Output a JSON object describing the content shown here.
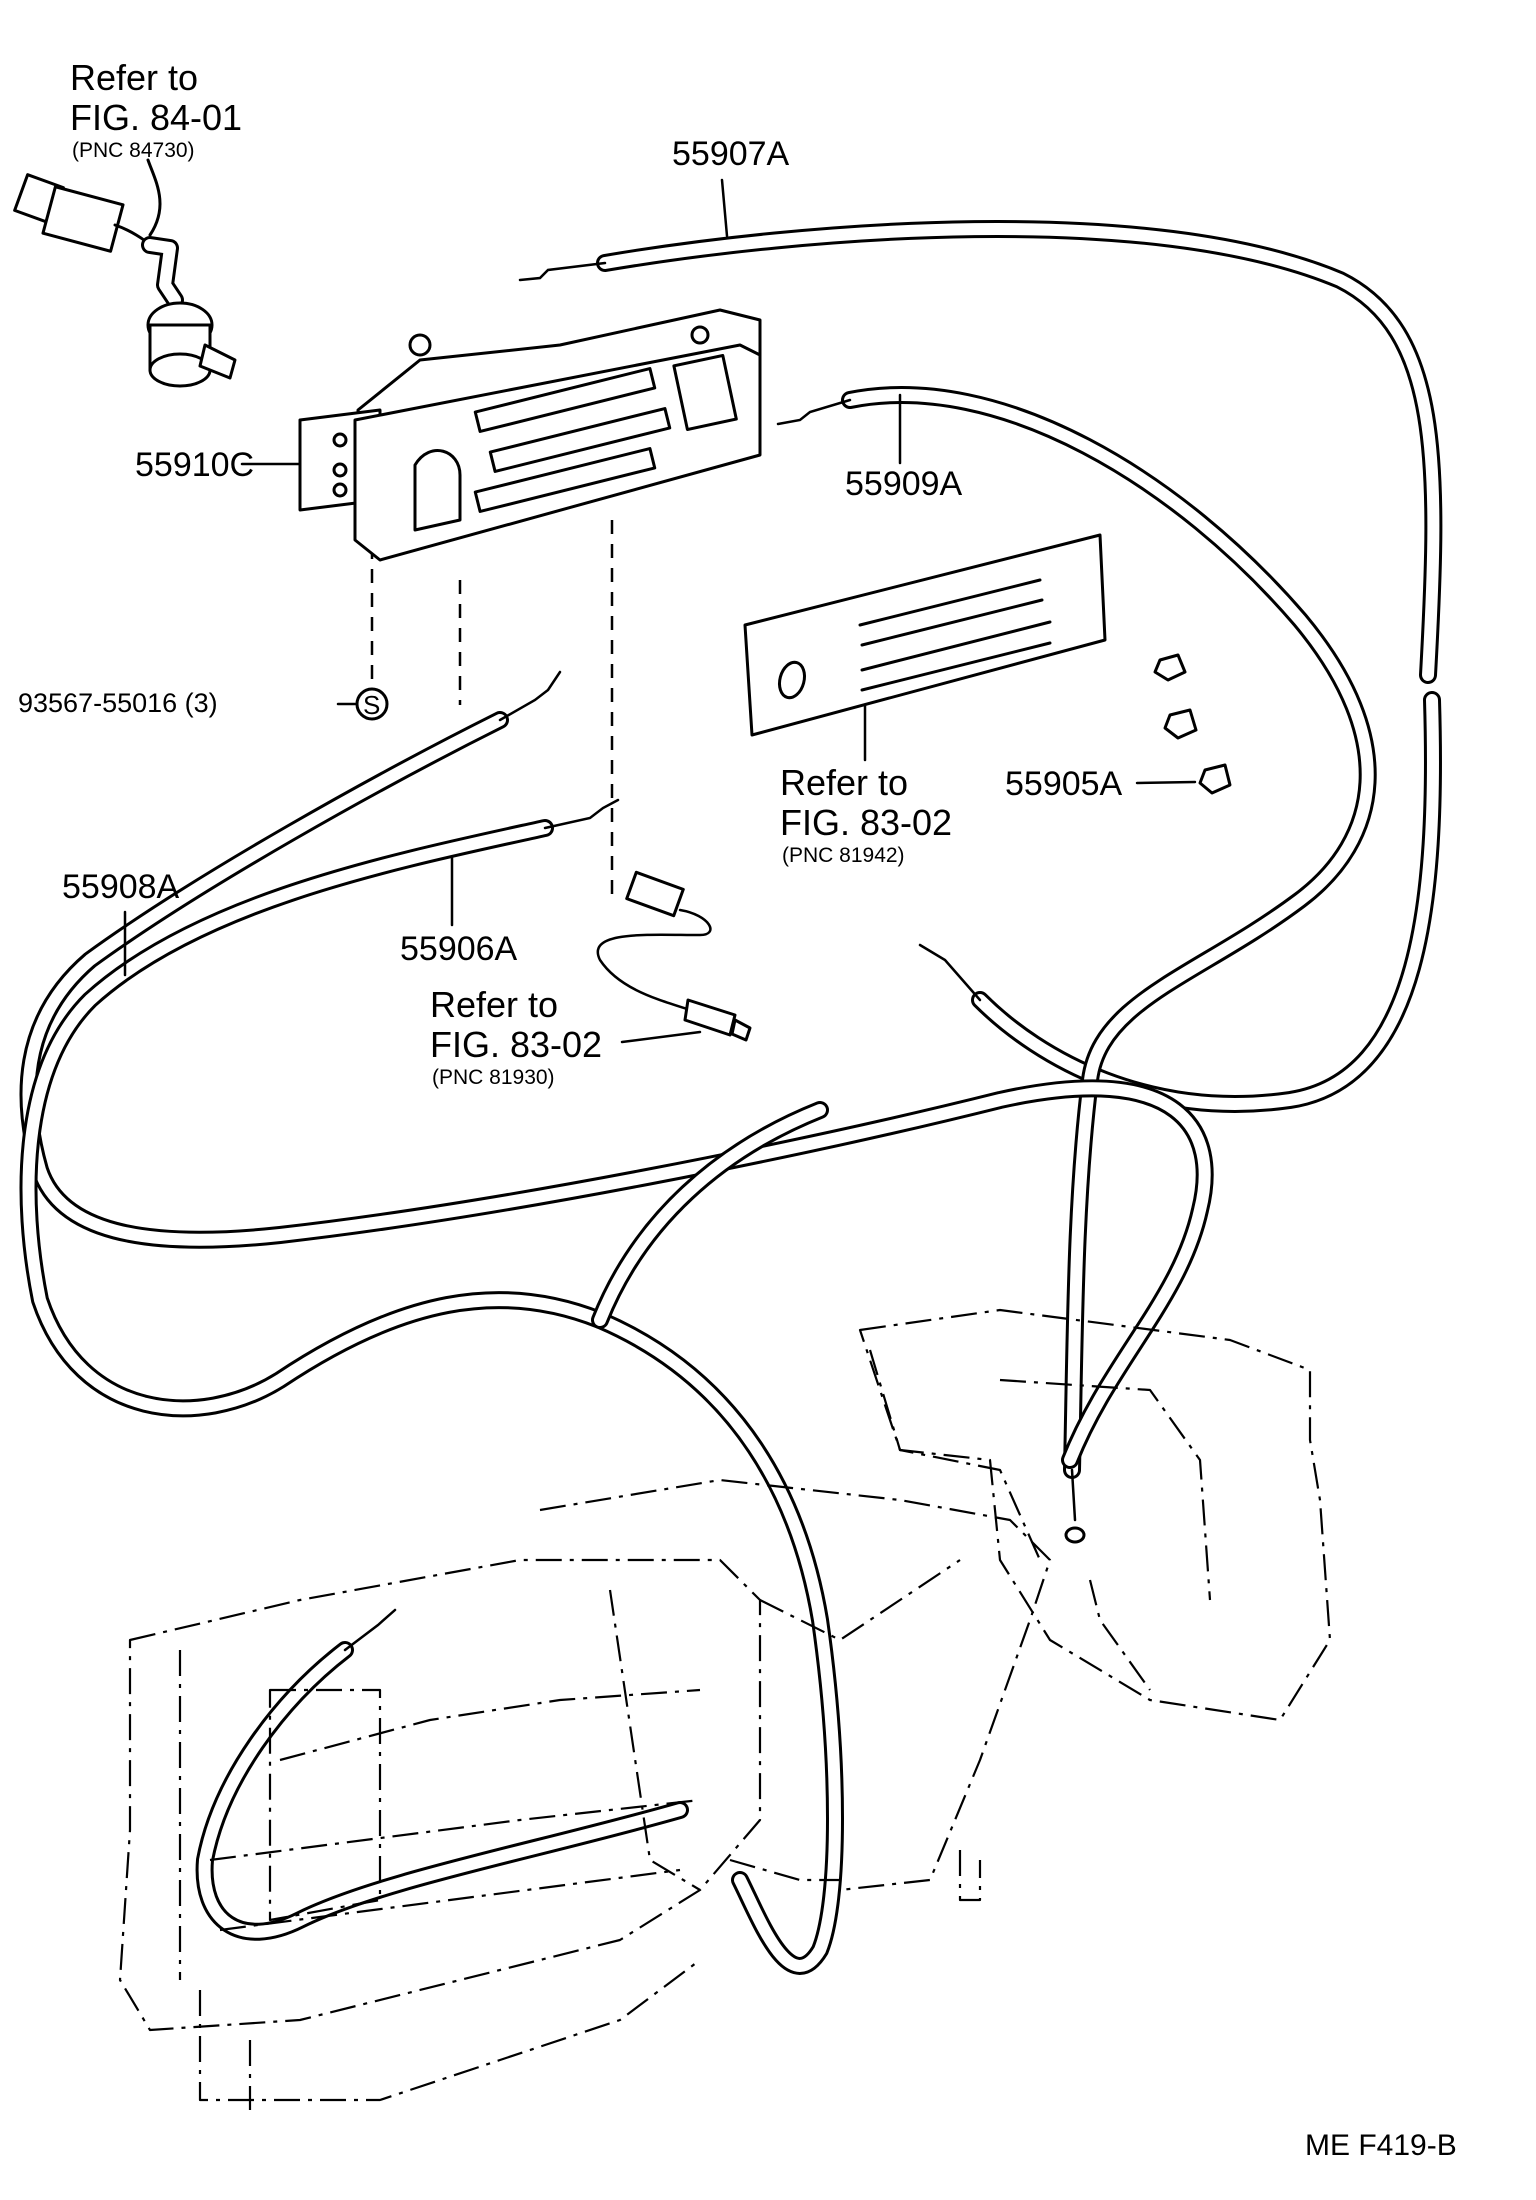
{
  "diagram": {
    "refer_84_01": {
      "line1": "Refer to",
      "line2": "FIG. 84-01",
      "line3": "(PNC 84730)"
    },
    "refer_83_02_right": {
      "line1": "Refer to",
      "line2": "FIG. 83-02",
      "line3": "(PNC 81942)"
    },
    "refer_83_02_center": {
      "line1": "Refer to",
      "line2": "FIG. 83-02",
      "line3": "(PNC 81930)"
    },
    "parts": {
      "p55907A": "55907A",
      "p55909A": "55909A",
      "p55910C": "55910C",
      "p93567": "93567-55016 (3)",
      "screw_symbol": "S",
      "p55905A": "55905A",
      "p55908A": "55908A",
      "p55906A": "55906A"
    },
    "figure_code": "ME  F419-B"
  }
}
